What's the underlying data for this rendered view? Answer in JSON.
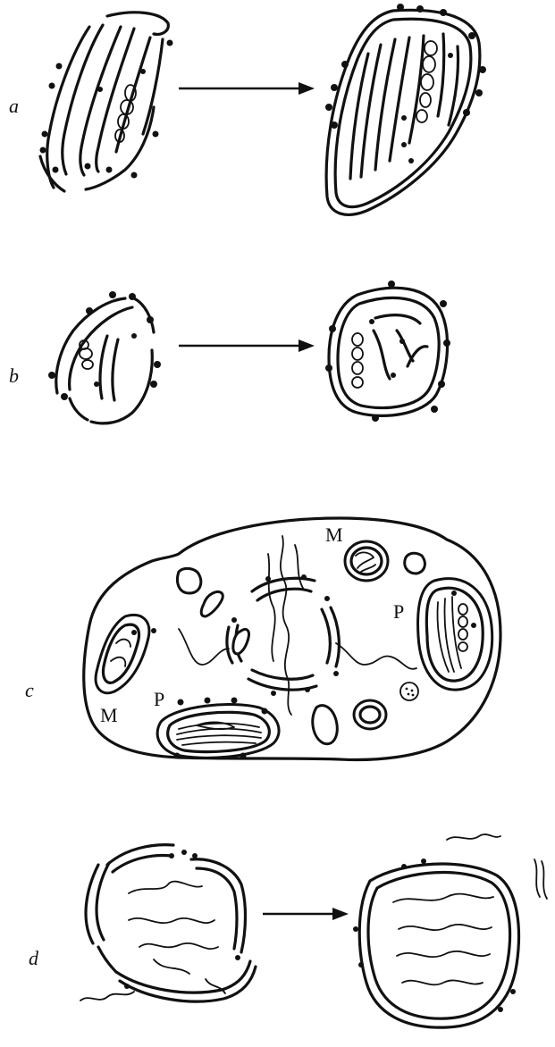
{
  "panels": {
    "a": {
      "label": "a"
    },
    "b": {
      "label": "b"
    },
    "c": {
      "label": "c",
      "markers": [
        "M",
        "P",
        "M",
        "P"
      ]
    },
    "d": {
      "label": "d"
    }
  }
}
